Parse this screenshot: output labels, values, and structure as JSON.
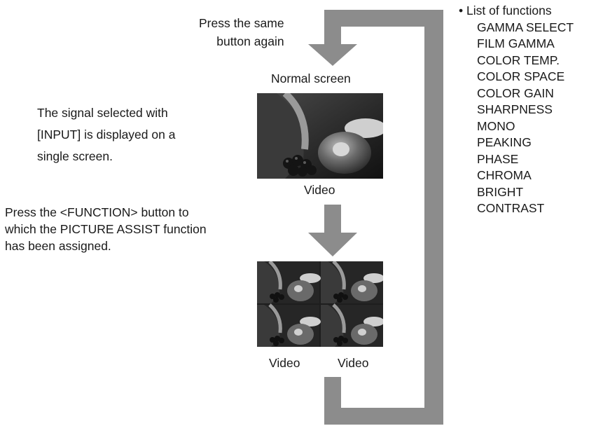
{
  "press_again": "Press the same\nbutton again",
  "normal_screen": {
    "caption": "Normal screen",
    "video_label": "Video"
  },
  "signal_desc": "The signal selected with\n[INPUT] is displayed on a\nsingle screen.",
  "function_desc": "Press the <FUNCTION> button to\nwhich the PICTURE ASSIST function\nhas been assigned.",
  "multi_screen": {
    "video_labels": [
      "Video",
      "Video"
    ]
  },
  "function_list": {
    "heading": "• List of functions",
    "items": [
      "GAMMA SELECT",
      "FILM GAMMA",
      "COLOR TEMP.",
      "COLOR SPACE",
      "COLOR GAIN",
      "SHARPNESS",
      "MONO",
      "PEAKING",
      "PHASE",
      "CHROMA",
      "BRIGHT",
      "CONTRAST"
    ]
  },
  "colors": {
    "arrow": "#8c8c8c",
    "photo_bg": "#1e1e1e"
  }
}
